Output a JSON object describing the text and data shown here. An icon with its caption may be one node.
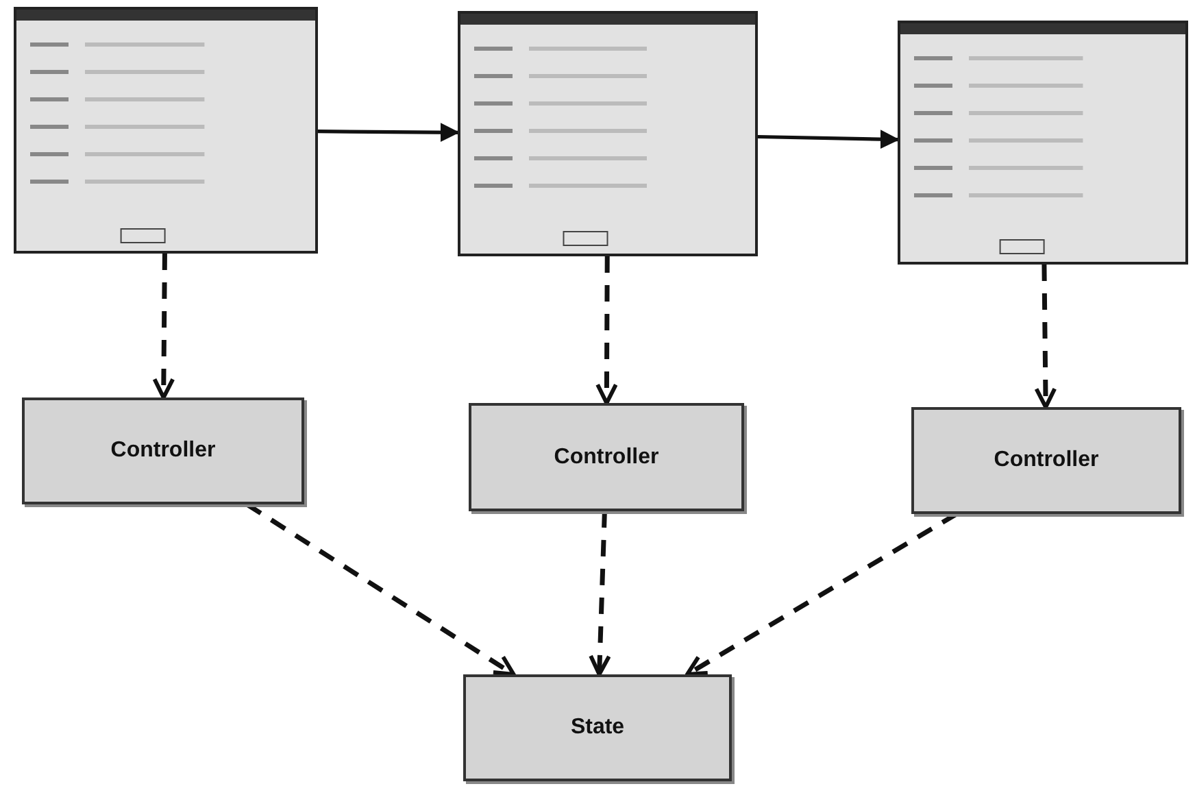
{
  "diagram": {
    "nodes": [
      {
        "text": [],
        "shape": "picture"
      },
      {
        "text": [],
        "shape": "picture"
      },
      {
        "text": [],
        "shape": "picture"
      },
      {
        "text": [
          "Controller"
        ]
      },
      {
        "text": [
          "Controller"
        ]
      },
      {
        "text": [
          "Controller"
        ]
      },
      {
        "text": [
          "State"
        ]
      }
    ],
    "edges": [
      {
        "from": 0,
        "to": 1,
        "arrow": "to"
      },
      {
        "from": 1,
        "to": 2,
        "arrow": "to"
      },
      {
        "from": 0,
        "to": 3,
        "arrow": "to",
        "style": "dashed"
      },
      {
        "from": 1,
        "to": 4,
        "arrow": "to",
        "style": "dashed"
      },
      {
        "from": 2,
        "to": 5,
        "arrow": "to",
        "style": "dashed"
      },
      {
        "from": 3,
        "to": 6,
        "arrow": "to",
        "style": "dashed"
      },
      {
        "from": 4,
        "to": 6,
        "arrow": "to",
        "style": "dashed"
      },
      {
        "from": 5,
        "to": 6,
        "arrow": "to",
        "style": "dashed"
      }
    ]
  }
}
